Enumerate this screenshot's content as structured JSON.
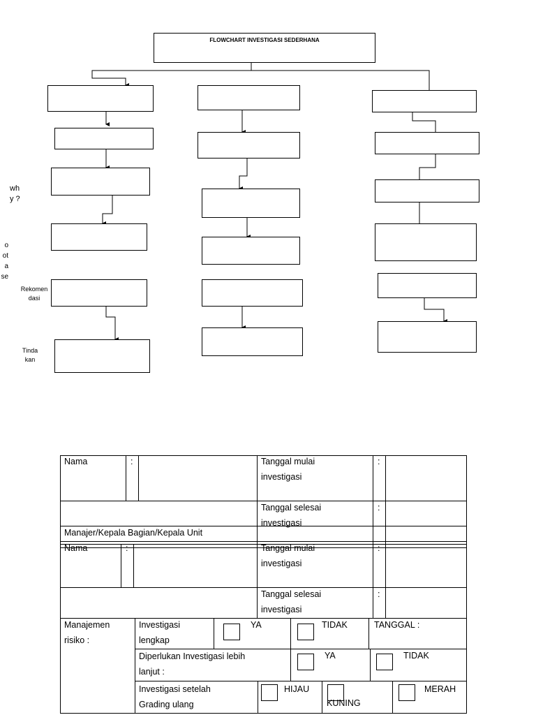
{
  "flowchart": {
    "title": "FLOWCHART INVESTIGASI SEDERHANA",
    "side_labels": {
      "why": [
        "wh",
        "y ?"
      ],
      "partial": [
        "o",
        "ot",
        "a",
        "se"
      ],
      "rekomendasi": [
        "Rekomen",
        "dasi"
      ],
      "tindakan": [
        "Tinda",
        "kan"
      ]
    }
  },
  "form": {
    "nama": "Nama",
    "colon": ":",
    "tanggal_mulai": [
      "Tanggal mulai",
      "investigasi"
    ],
    "tanggal_selesai": [
      "Tanggal selesai",
      "investigasi"
    ],
    "manajer": "Manajer/Kepala Bagian/Kepala Unit",
    "manajemen_risiko": [
      "Manajemen",
      "risiko :"
    ],
    "investigasi_lengkap": [
      "Investigasi",
      "lengkap"
    ],
    "ya": "YA",
    "tidak": "TIDAK",
    "tanggal": "TANGGAL :",
    "diperlukan": [
      "Diperlukan Investigasi lebih",
      "lanjut  :"
    ],
    "setelah_grading": [
      "Investigasi setelah",
      "Grading ulang"
    ],
    "hijau": "HIJAU",
    "kuning": "KUNING",
    "merah": "MERAH"
  }
}
